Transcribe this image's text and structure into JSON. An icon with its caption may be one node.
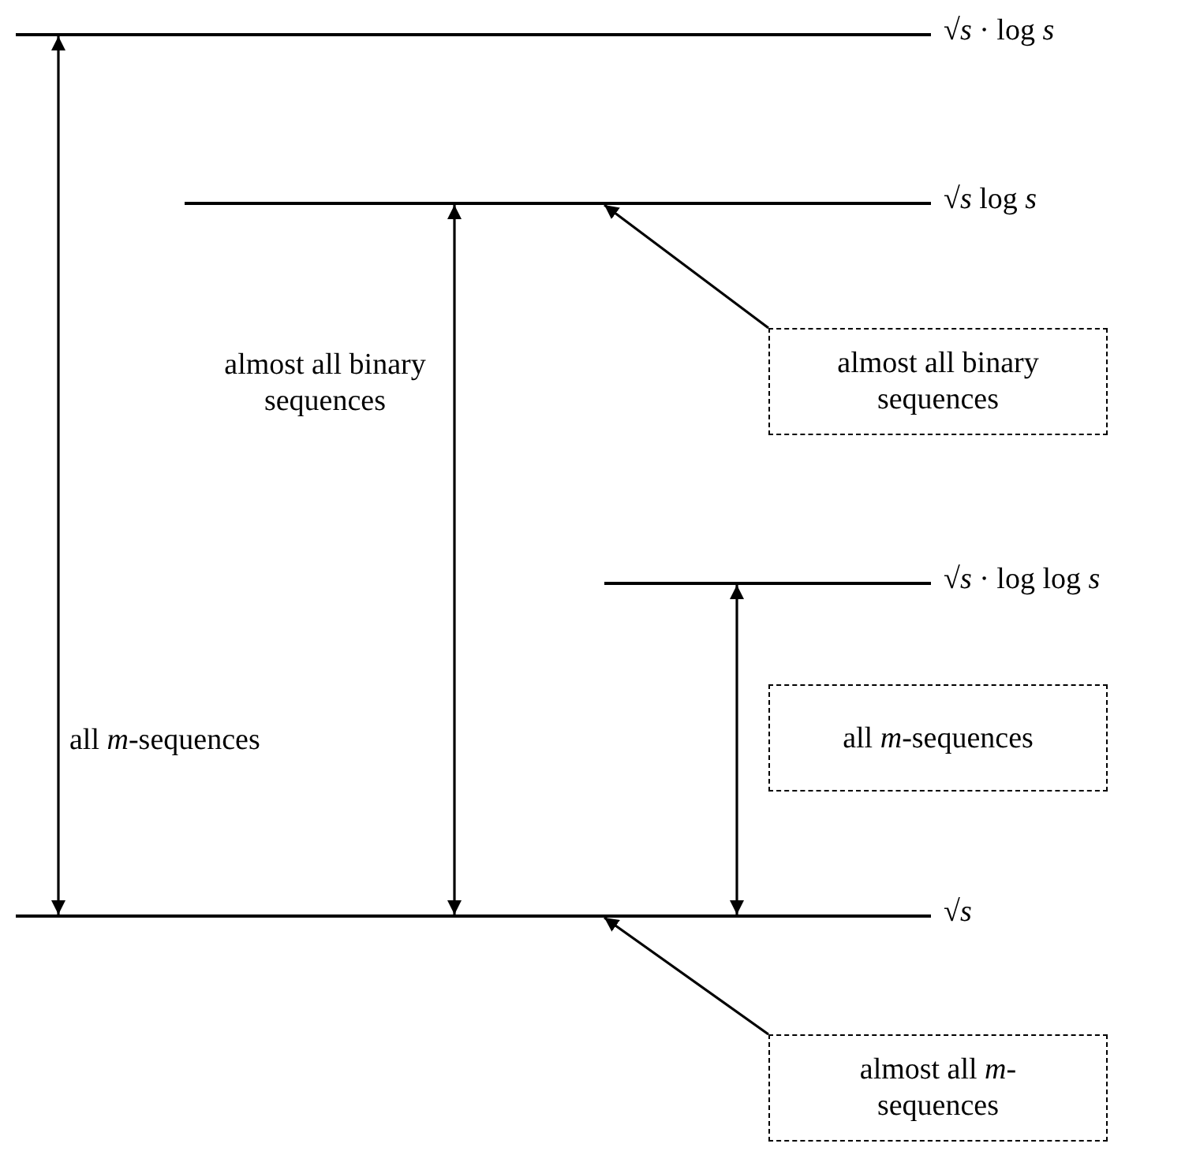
{
  "diagram": {
    "nodes": [
      {
        "text": [
          "√*s* · log *s*"
        ]
      },
      {
        "text": [
          "√*s* log *s*"
        ]
      },
      {
        "text": [
          "√*s* · log log *s*"
        ]
      },
      {
        "text": [
          "√*s*"
        ]
      },
      {
        "text": [
          "almost all binary sequences"
        ]
      },
      {
        "text": [
          "all *m*-sequences"
        ]
      },
      {
        "text": [
          "almost all *m*-sequences"
        ]
      }
    ],
    "edges": [
      {
        "from": 0,
        "to": 3,
        "arrow": "both",
        "label": "all *m*-sequences"
      },
      {
        "from": 1,
        "to": 3,
        "arrow": "both",
        "label": "almost all binary sequences"
      },
      {
        "from": 2,
        "to": 3,
        "arrow": "both"
      },
      {
        "from": 4,
        "to": 1,
        "arrow": "to"
      },
      {
        "from": 6,
        "to": 3,
        "arrow": "to"
      }
    ]
  }
}
